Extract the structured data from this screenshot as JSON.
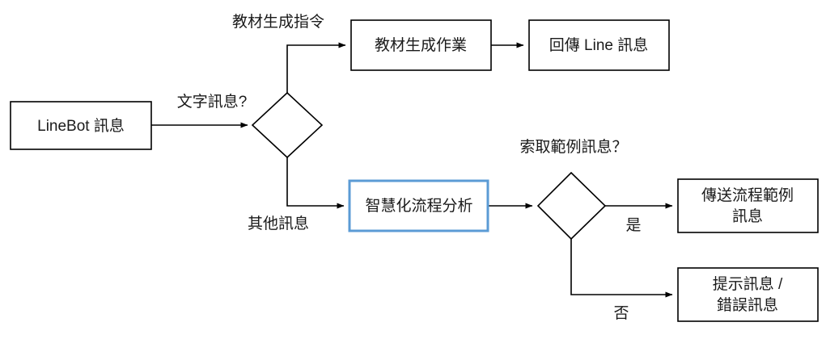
{
  "diagram": {
    "title": "LineBot message processing flowchart",
    "colors": {
      "stroke": "#000000",
      "text": "#1a1a1a",
      "background": "#ffffff",
      "highlight": "#5b9bd5"
    },
    "nodes": [
      {
        "id": "linebot-message",
        "shape": "rect",
        "label": "LineBot 訊息",
        "highlight": false
      },
      {
        "id": "text-message-decision",
        "shape": "diamond",
        "label": "",
        "highlight": false
      },
      {
        "id": "courseware-generation-job",
        "shape": "rect",
        "label": "教材生成作業",
        "highlight": false
      },
      {
        "id": "reply-line-message",
        "shape": "rect",
        "label": "回傳 Line 訊息",
        "highlight": false
      },
      {
        "id": "intelligent-flow-analysis",
        "shape": "rect",
        "label": "智慧化流程分析",
        "highlight": true
      },
      {
        "id": "request-example-decision",
        "shape": "diamond",
        "label": "",
        "highlight": false
      },
      {
        "id": "send-flow-example-message",
        "shape": "rect",
        "label_line1": "傳送流程範例",
        "label_line2": "訊息",
        "highlight": false
      },
      {
        "id": "hint-or-error-message",
        "shape": "rect",
        "label_line1": "提示訊息 /",
        "label_line2": "錯誤訊息",
        "highlight": false
      }
    ],
    "edge_labels": {
      "text_message": "文字訊息?",
      "courseware_command": "教材生成指令",
      "other_message": "其他訊息",
      "request_example": "索取範例訊息？",
      "yes": "是",
      "no": "否"
    }
  }
}
